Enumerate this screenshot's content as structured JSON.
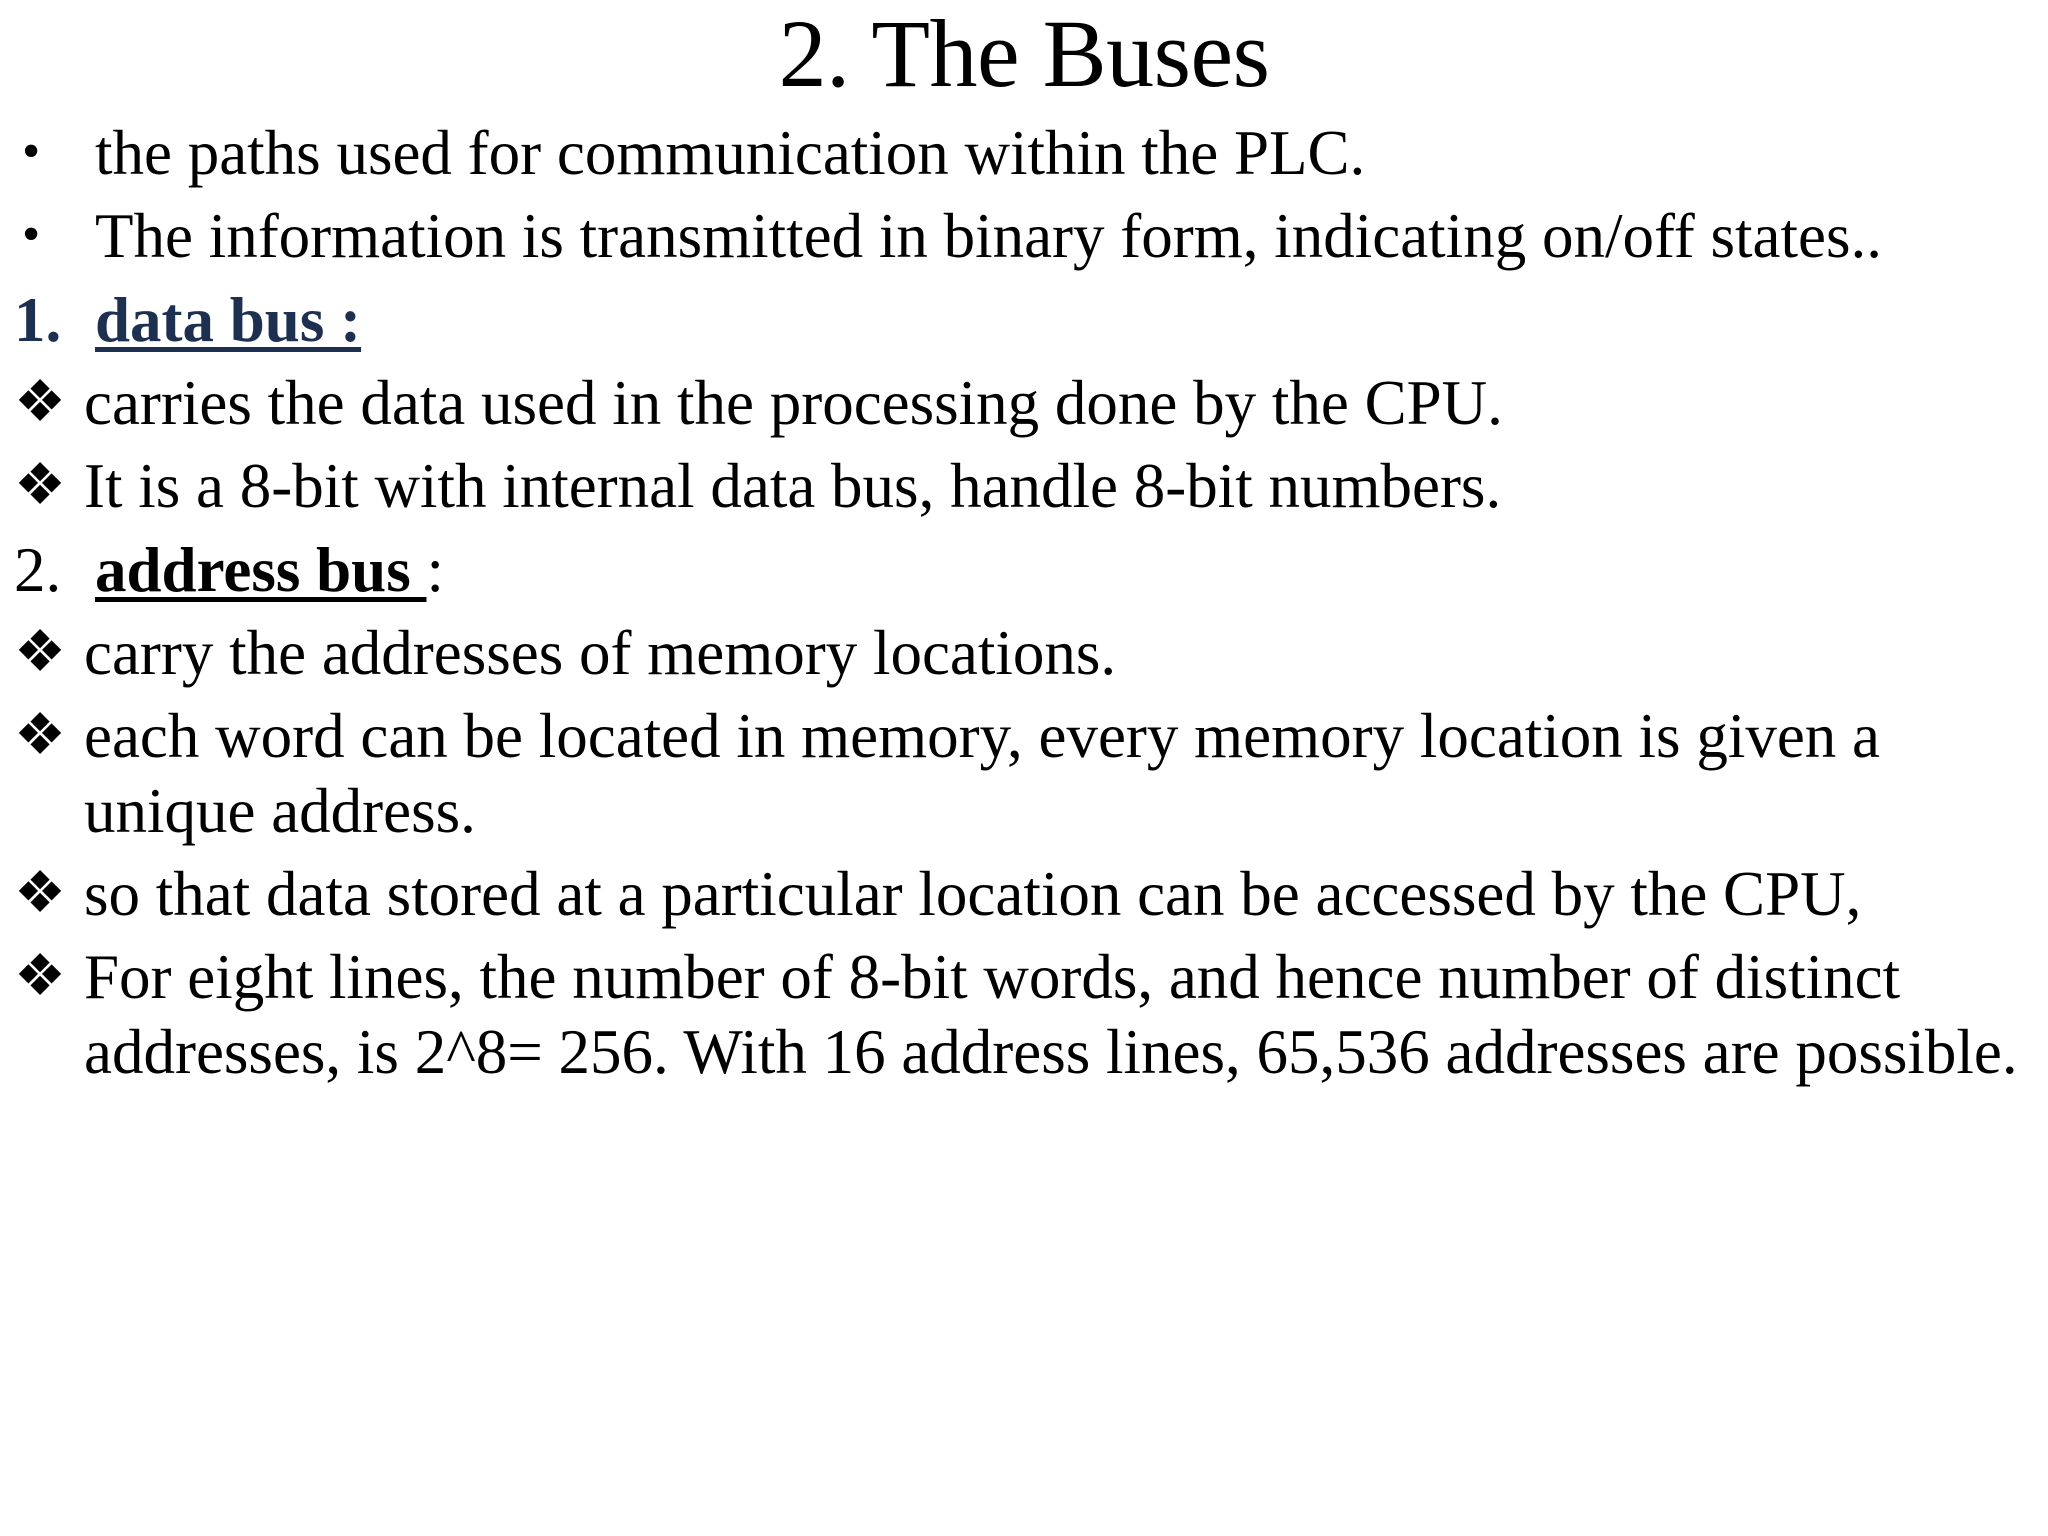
{
  "slide": {
    "title": "2. The Buses",
    "background_color": "#ffffff",
    "text_color": "#000000",
    "accent_color": "#1d3050",
    "markers": {
      "dot": "•",
      "diamond": "❖"
    },
    "lines": [
      {
        "id": "bullet-paths",
        "marker_type": "dot",
        "marker": "•",
        "text": "the paths used for communication within the PLC."
      },
      {
        "id": "bullet-binary",
        "marker_type": "dot",
        "marker": "•",
        "text": "The information is transmitted in binary form, indicating on/off states.."
      },
      {
        "id": "heading-data-bus",
        "marker_type": "number",
        "marker": "1.",
        "label": "data bus :",
        "style": "navy-bold-underline"
      },
      {
        "id": "diamond-carries-data",
        "marker_type": "diamond",
        "marker": "❖",
        "text": "carries the data used in the processing done by the CPU."
      },
      {
        "id": "diamond-8bit",
        "marker_type": "diamond",
        "marker": "❖",
        "text": "It is a 8-bit with internal data bus, handle 8-bit numbers."
      },
      {
        "id": "heading-address-bus",
        "marker_type": "number",
        "marker": "2.",
        "label": "address bus ",
        "suffix": ":",
        "style": "black-bold-underline"
      },
      {
        "id": "diamond-carry-addresses",
        "marker_type": "diamond",
        "marker": "❖",
        "text": "carry the addresses of memory locations."
      },
      {
        "id": "diamond-each-word",
        "marker_type": "diamond",
        "marker": "❖",
        "text": "each word can be located in memory, every memory location is given a unique address."
      },
      {
        "id": "diamond-so-that",
        "marker_type": "diamond",
        "marker": "❖",
        "text": "so that data stored at a particular location can be accessed by the CPU,"
      },
      {
        "id": "diamond-eight-lines",
        "marker_type": "diamond",
        "marker": "❖",
        "text": "For eight lines, the number of 8-bit words, and hence number of distinct addresses, is 2^8= 256. With 16 address lines, 65,536 addresses are possible."
      }
    ]
  }
}
